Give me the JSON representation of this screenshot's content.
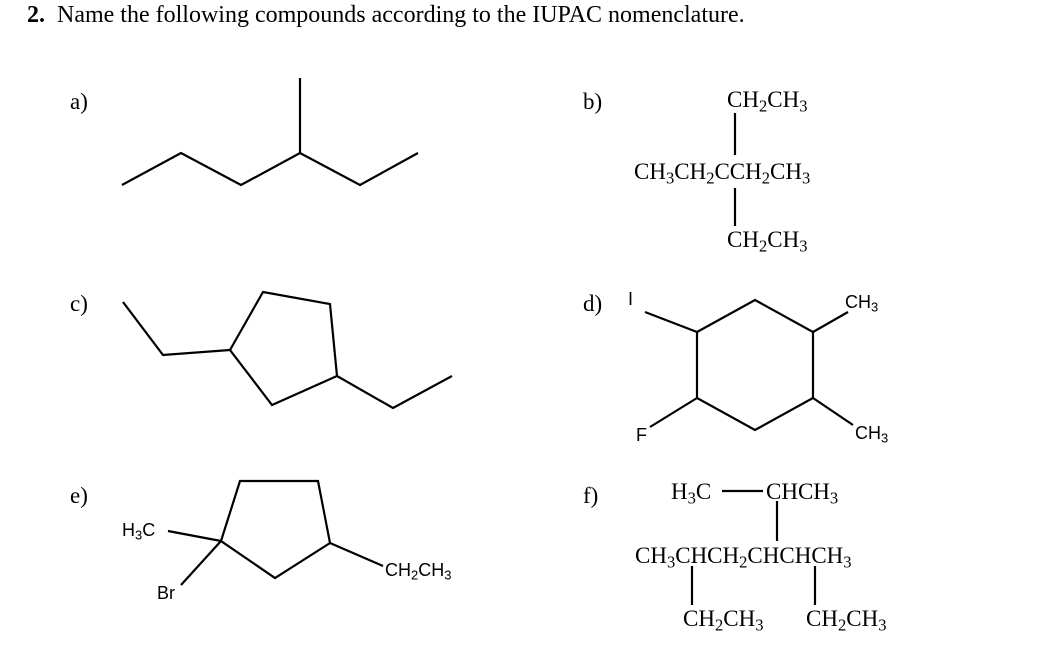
{
  "question": {
    "number": "2.",
    "text": "Name the following compounds according to the IUPAC nomenclature."
  },
  "parts": {
    "a": {
      "label": "a)"
    },
    "b": {
      "label": "b)",
      "top": "CH2CH3",
      "main": "CH3CH2CCH2CH3",
      "bottom": "CH2CH3"
    },
    "c": {
      "label": "c)"
    },
    "d": {
      "label": "d)",
      "sub_i": "I",
      "sub_f": "F",
      "ch3_top": "CH3",
      "ch3_bottom": "CH3"
    },
    "e": {
      "label": "e)",
      "h3c": "H3C",
      "br": "Br",
      "ethyl": "CH2CH3"
    },
    "f": {
      "label": "f)",
      "h3c": "H3C",
      "top_right": "CHCH3",
      "main": "CH3CHCH2CHCHCH3",
      "bottom_left": "CH2CH3",
      "bottom_right": "CH2CH3"
    }
  }
}
